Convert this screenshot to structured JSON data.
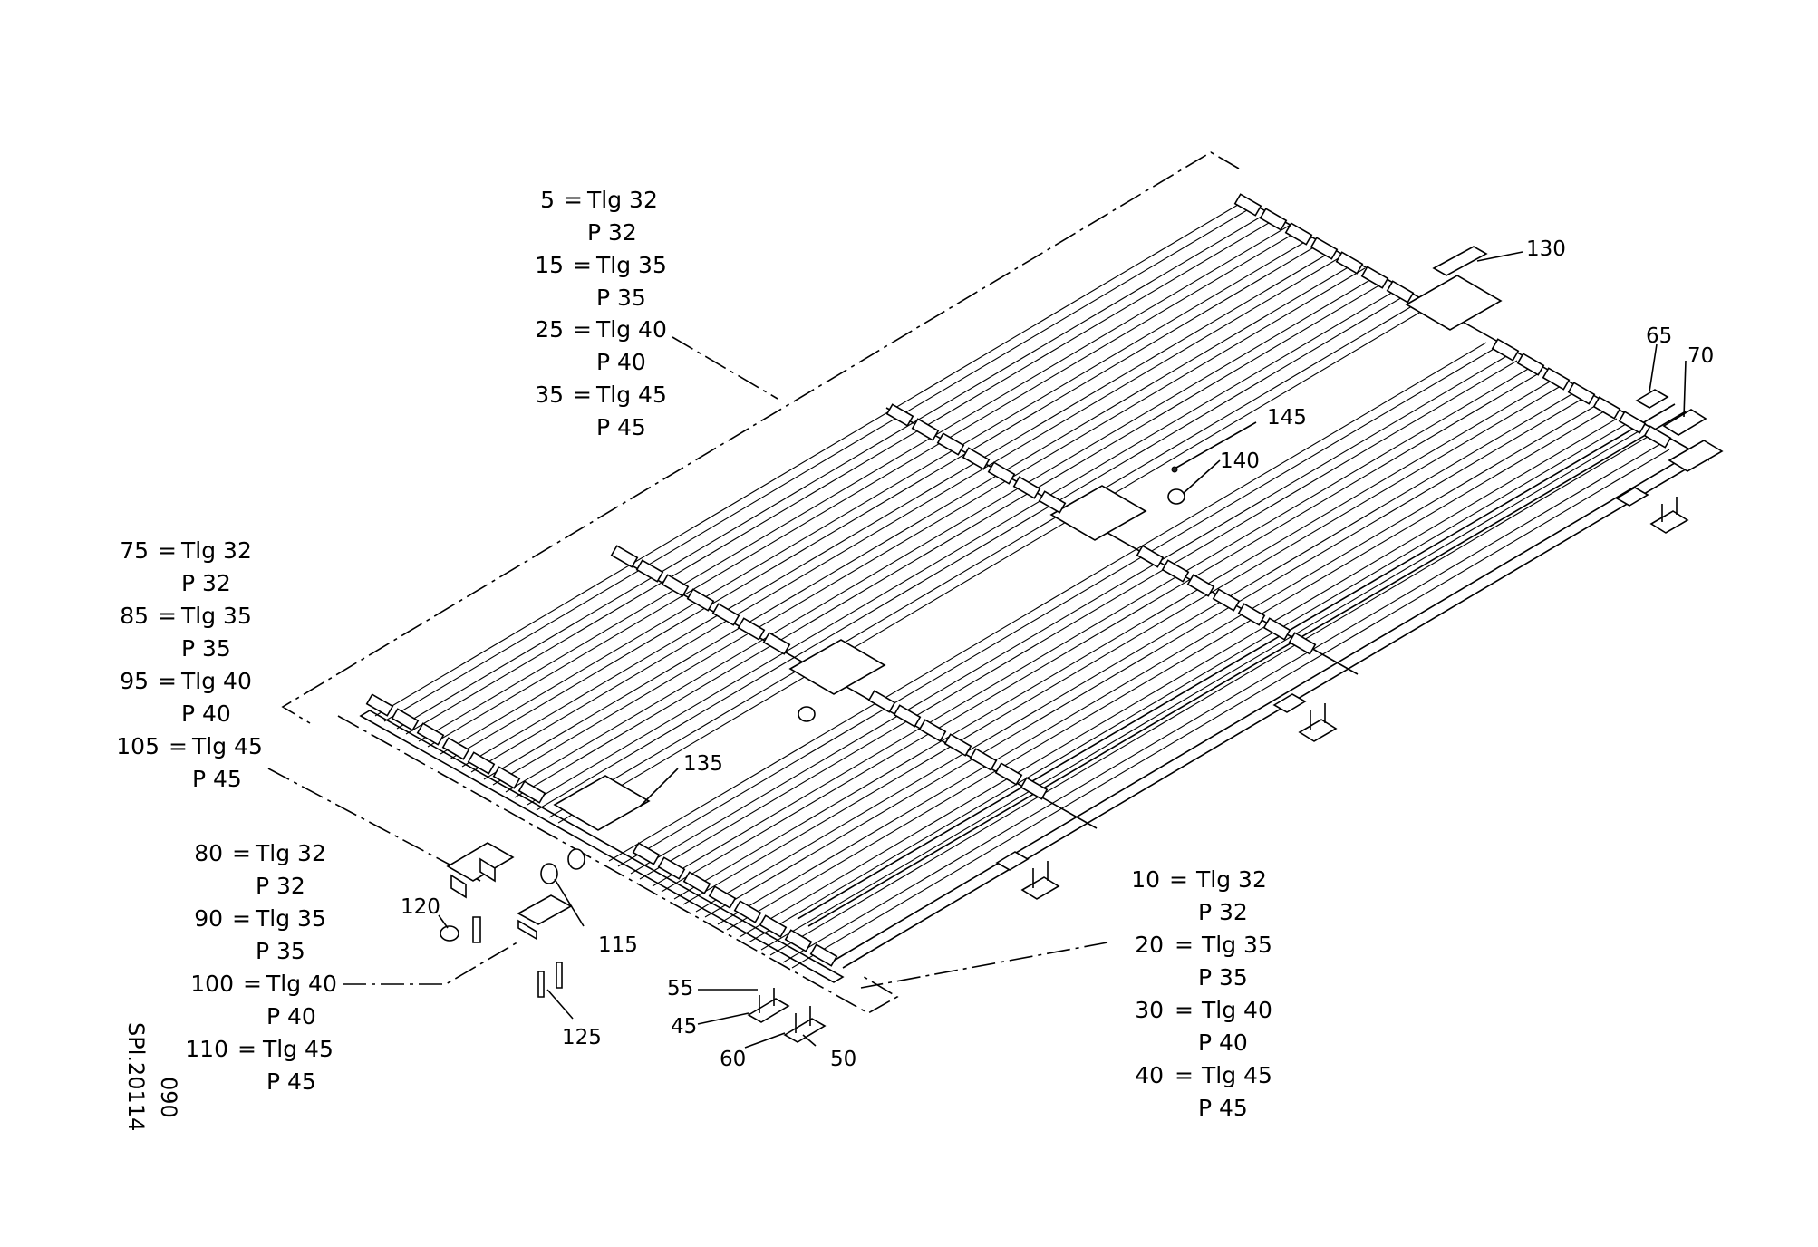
{
  "drawing_id": "SPl.20114",
  "drawing_rev": "090",
  "legends": {
    "top": [
      {
        "pos": "5",
        "tlg": "Tlg 32",
        "p": "P 32"
      },
      {
        "pos": "15",
        "tlg": "Tlg 35",
        "p": "P 35"
      },
      {
        "pos": "25",
        "tlg": "Tlg 40",
        "p": "P 40"
      },
      {
        "pos": "35",
        "tlg": "Tlg 45",
        "p": "P 45"
      }
    ],
    "left": [
      {
        "pos": "75",
        "tlg": "Tlg 32",
        "p": "P 32"
      },
      {
        "pos": "85",
        "tlg": "Tlg 35",
        "p": "P 35"
      },
      {
        "pos": "95",
        "tlg": "Tlg 40",
        "p": "P 40"
      },
      {
        "pos": "105",
        "tlg": "Tlg 45",
        "p": "P 45"
      }
    ],
    "lower_left": [
      {
        "pos": "80",
        "tlg": "Tlg 32",
        "p": "P 32"
      },
      {
        "pos": "90",
        "tlg": "Tlg 35",
        "p": "P 35"
      },
      {
        "pos": "100",
        "tlg": "Tlg 40",
        "p": "P 40"
      },
      {
        "pos": "110",
        "tlg": "Tlg 45",
        "p": "P 45"
      }
    ],
    "right": [
      {
        "pos": "10",
        "tlg": "Tlg 32",
        "p": "P 32"
      },
      {
        "pos": "20",
        "tlg": "Tlg 35",
        "p": "P 35"
      },
      {
        "pos": "30",
        "tlg": "Tlg 40",
        "p": "P 40"
      },
      {
        "pos": "40",
        "tlg": "Tlg 45",
        "p": "P 45"
      }
    ]
  },
  "callouts": {
    "c130": "130",
    "c65": "65",
    "c70": "70",
    "c145": "145",
    "c140": "140",
    "c135": "135",
    "c120": "120",
    "c115": "115",
    "c125": "125",
    "c55": "55",
    "c45": "45",
    "c60": "60",
    "c50": "50"
  }
}
